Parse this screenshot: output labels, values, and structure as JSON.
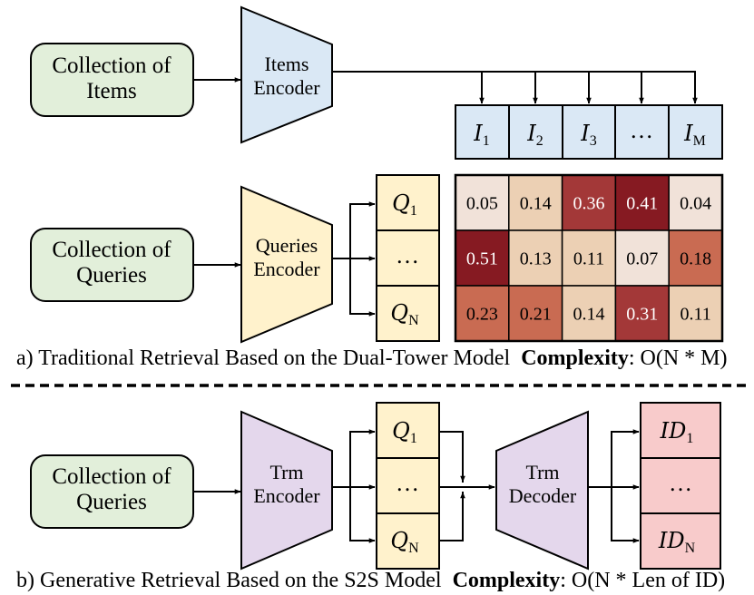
{
  "part_a": {
    "items_source": [
      "Collection of",
      "Items"
    ],
    "items_encoder": [
      "Items",
      "Encoder"
    ],
    "item_vectors": [
      {
        "base": "I",
        "sub": "1"
      },
      {
        "base": "I",
        "sub": "2"
      },
      {
        "base": "I",
        "sub": "3"
      },
      {
        "base": "…",
        "sub": ""
      },
      {
        "base": "I",
        "sub": "M"
      }
    ],
    "queries_source": [
      "Collection of",
      "Queries"
    ],
    "queries_encoder": [
      "Queries",
      "Encoder"
    ],
    "query_vectors": [
      {
        "base": "Q",
        "sub": "1"
      },
      {
        "base": "…",
        "sub": ""
      },
      {
        "base": "Q",
        "sub": "N"
      }
    ],
    "score_matrix": [
      [
        "0.05",
        "0.14",
        "0.36",
        "0.41",
        "0.04"
      ],
      [
        "0.51",
        "0.13",
        "0.11",
        "0.07",
        "0.18"
      ],
      [
        "0.23",
        "0.21",
        "0.14",
        "0.31",
        "0.11"
      ]
    ],
    "caption": "a) Traditional Retrieval Based on the Dual-Tower Model",
    "complexity_label": "Complexity",
    "complexity_value": ": O(N * M)"
  },
  "part_b": {
    "queries_source": [
      "Collection of",
      "Queries"
    ],
    "encoder": [
      "Trm",
      "Encoder"
    ],
    "query_vectors": [
      {
        "base": "Q",
        "sub": "1"
      },
      {
        "base": "…",
        "sub": ""
      },
      {
        "base": "Q",
        "sub": "N"
      }
    ],
    "decoder": [
      "Trm",
      "Decoder"
    ],
    "id_outputs": [
      {
        "base": "ID",
        "sub": "1"
      },
      {
        "base": "…",
        "sub": ""
      },
      {
        "base": "ID",
        "sub": "N"
      }
    ],
    "caption": "b)  Generative Retrieval Based on the S2S Model",
    "complexity_label": "Complexity",
    "complexity_value": ": O(N * Len of ID)"
  },
  "colors": {
    "source_fill": "#e2efda",
    "items_encoder_fill": "#dae8f5",
    "queries_encoder_fill": "#fff2cc",
    "trm_fill": "#e4d7ec",
    "id_fill": "#f8cbcb",
    "heat_1": "#f1e2d9",
    "heat_2": "#ecd0b4",
    "heat_3": "#c96b52",
    "heat_4": "#a33838",
    "heat_5": "#861a22"
  }
}
